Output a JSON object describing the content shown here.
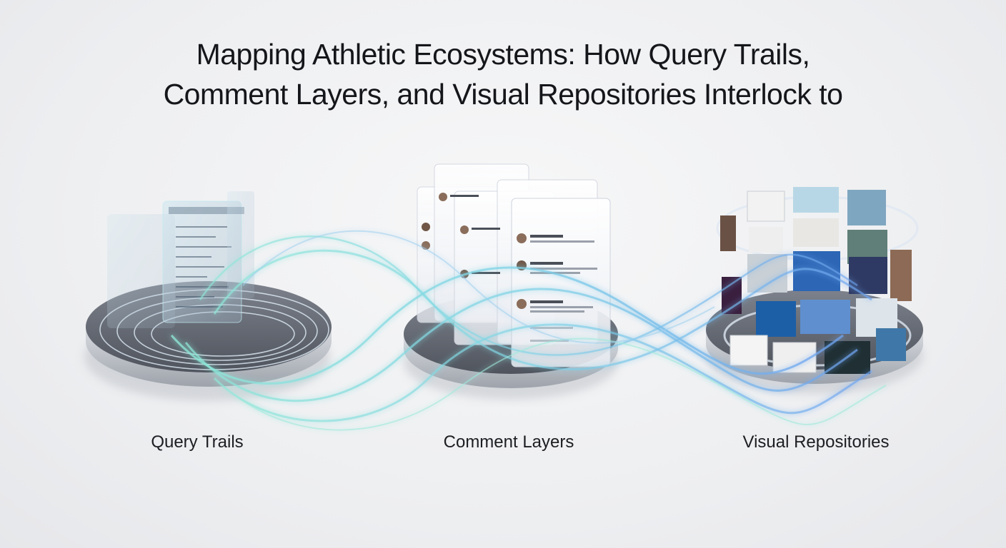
{
  "title": {
    "line1": "Mapping Athletic Ecosystems: How Query Trails,",
    "line2": "Comment Layers, and Visual Repositories Interlock to"
  },
  "nodes": [
    {
      "label": "Query Trails",
      "icon": "running-track-icon"
    },
    {
      "label": "Comment Layers",
      "icon": "comment-cards-icon"
    },
    {
      "label": "Visual Repositories",
      "icon": "image-carousel-icon"
    }
  ],
  "colors": {
    "flow_teal": "#5fd6c8",
    "flow_blue": "#6fa3f0",
    "platform": "#5a5f69",
    "platform_rim": "#c9ccd2"
  }
}
